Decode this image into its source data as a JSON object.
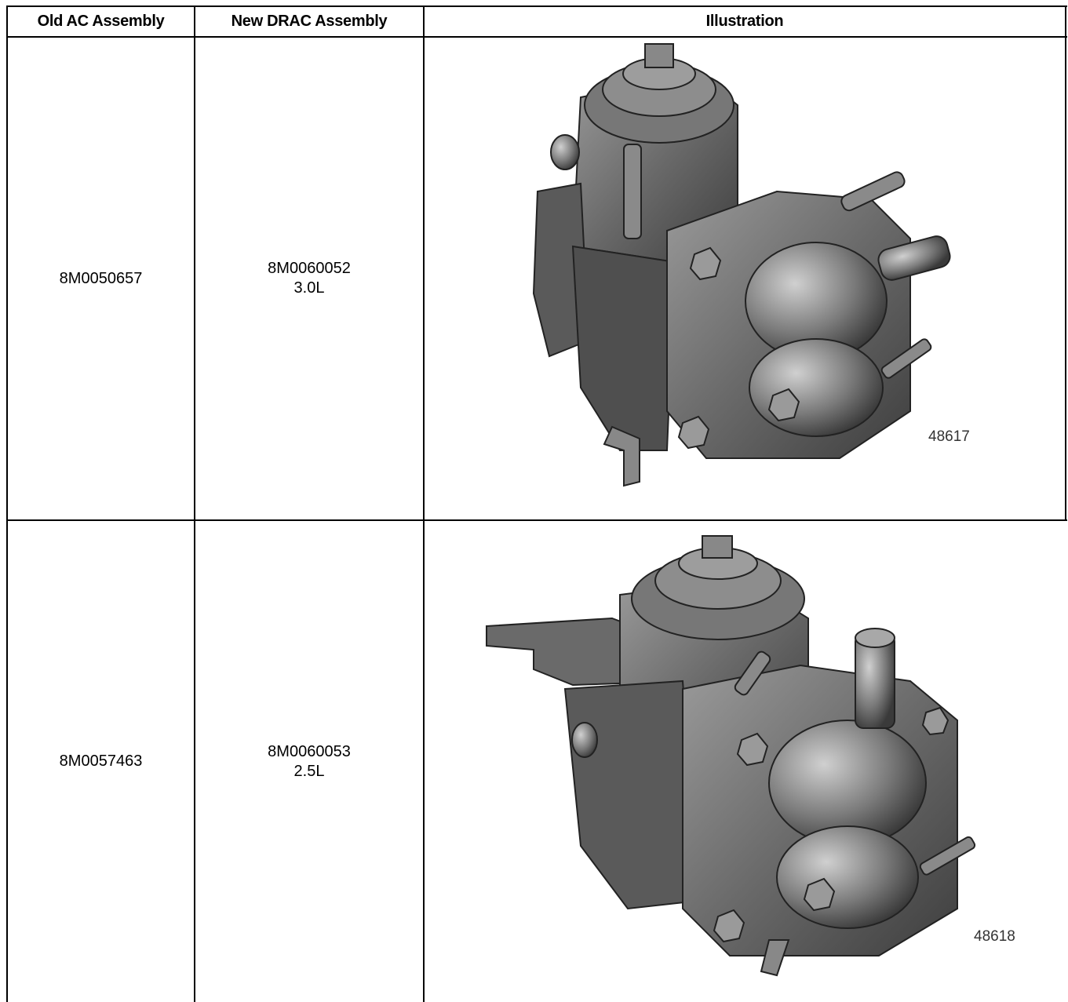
{
  "table": {
    "headers": {
      "old": "Old AC Assembly",
      "new": "New DRAC Assembly",
      "illustration": "Illustration"
    },
    "rows": [
      {
        "old": "8M0050657",
        "new_part": "8M0060052",
        "new_size": "3.0L",
        "figure": "48617"
      },
      {
        "old": "8M0057463",
        "new_part": "8M0060053",
        "new_size": "2.5L",
        "figure": "48618"
      }
    ]
  },
  "colors": {
    "grid": "#000000",
    "part_dark": "#4a4a4a",
    "part_mid": "#7a7a7a",
    "part_light": "#b5b5b5"
  },
  "illustrations": [
    "drac-3.0l-assembly-illustration",
    "drac-2.5l-assembly-illustration"
  ]
}
